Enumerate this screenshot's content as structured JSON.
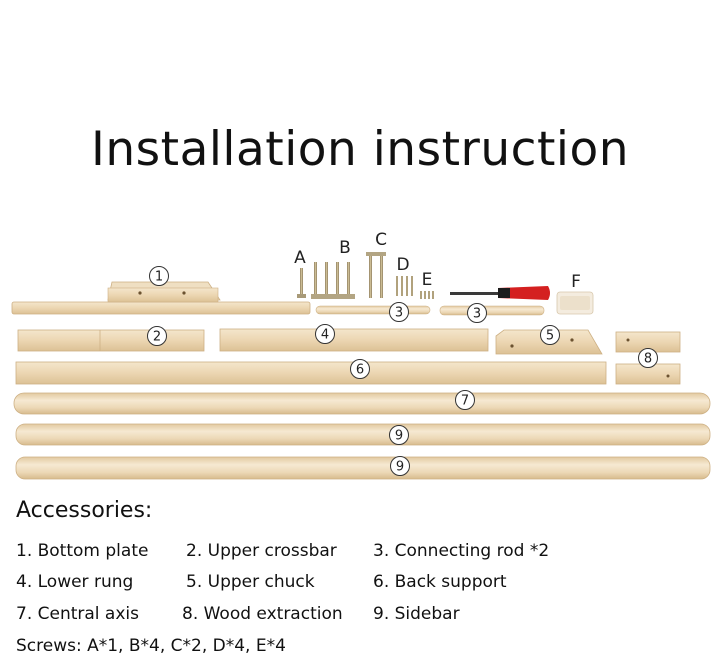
{
  "title": "Installation instruction",
  "part_numbers": {
    "bottom_plate": "1",
    "upper_crossbar": "2",
    "connecting_rod_a": "3",
    "connecting_rod_b": "3",
    "lower_rung": "4",
    "upper_chuck": "5",
    "back_support": "6",
    "central_axis": "7",
    "wood_extraction": "8",
    "sidebar_a": "9",
    "sidebar_b": "9"
  },
  "screw_letters": {
    "a": "A",
    "b": "B",
    "c": "C",
    "d": "D",
    "e": "E",
    "f": "F"
  },
  "accessories": {
    "heading": "Accessories:",
    "items": [
      "1. Bottom plate",
      "2. Upper crossbar",
      "3. Connecting rod *2",
      "4. Lower rung",
      "5. Upper chuck",
      "6. Back support",
      "7. Central axis",
      "8. Wood extraction",
      "9. Sidebar"
    ],
    "screws": "Screws: A*1, B*4, C*2, D*4, E*4"
  },
  "colors": {
    "wood_light": "#f1dfc1",
    "wood_mid": "#e8cfa6",
    "wood_dark": "#d8b98a",
    "screwdriver_handle": "#d42020"
  }
}
